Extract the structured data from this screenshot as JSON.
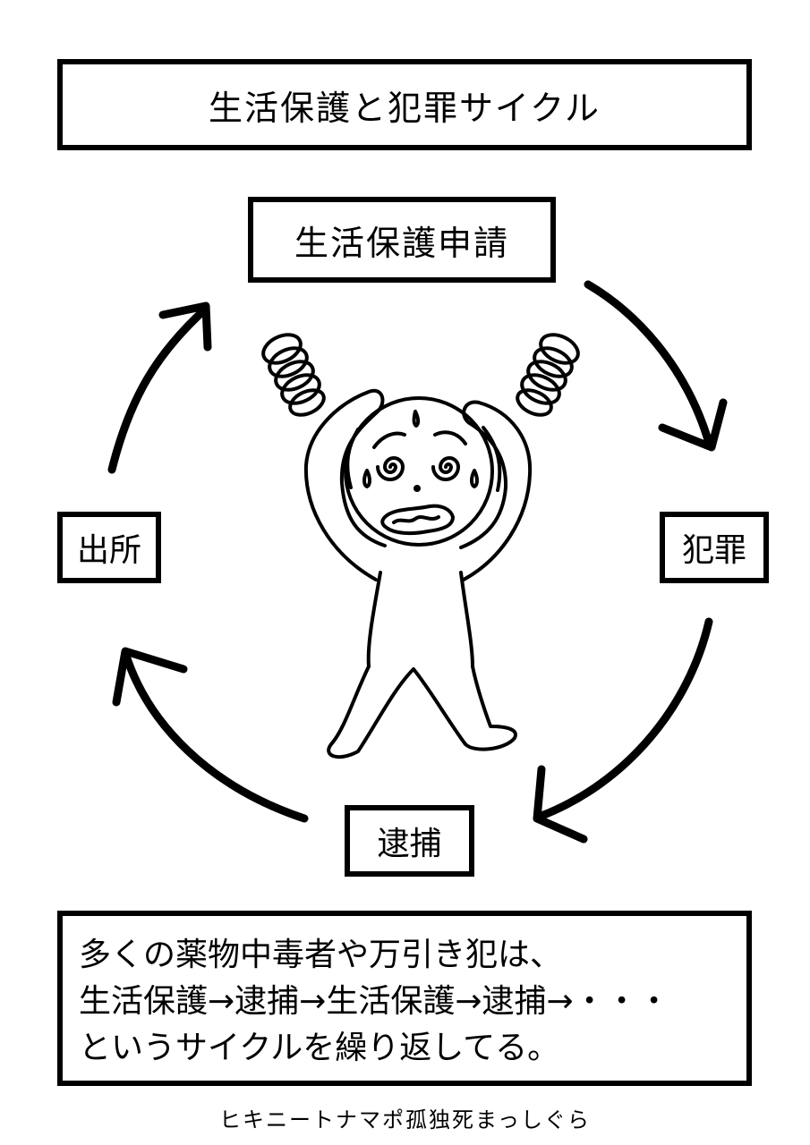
{
  "title": "生活保護と犯罪サイクル",
  "cycle": {
    "apply": "生活保護申請",
    "crime": "犯罪",
    "arrest": "逮捕",
    "release": "出所"
  },
  "note": {
    "line1": "多くの薬物中毒者や万引き犯は、",
    "line2": "生活保護→逮捕→生活保護→逮捕→・・・",
    "line3": "というサイクルを繰り返してる。"
  },
  "credit": "ヒキニートナマポ孤独死まっしぐら",
  "icons": {
    "figure": "stressed-person-icon",
    "stress": "stress-swirl-icon"
  },
  "colors": {
    "ink": "#000000",
    "paper": "#ffffff"
  }
}
